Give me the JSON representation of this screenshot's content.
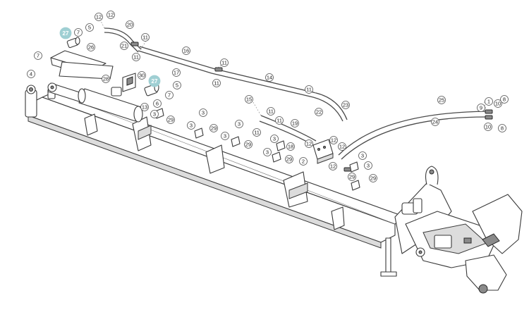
{
  "diagram": {
    "highlight_color": "#9fcfd3",
    "callouts": [
      {
        "id": "c1",
        "label": "12"
      },
      {
        "id": "c2",
        "label": "12"
      },
      {
        "id": "c3",
        "label": "20"
      },
      {
        "id": "c4",
        "label": "27",
        "highlight": true
      },
      {
        "id": "c5",
        "label": "7"
      },
      {
        "id": "c6",
        "label": "5"
      },
      {
        "id": "c7",
        "label": "26"
      },
      {
        "id": "c8",
        "label": "7"
      },
      {
        "id": "c9",
        "label": "4"
      },
      {
        "id": "c10",
        "label": "21"
      },
      {
        "id": "c11",
        "label": "11"
      },
      {
        "id": "c12",
        "label": "11"
      },
      {
        "id": "c13",
        "label": "16"
      },
      {
        "id": "c14",
        "label": "28"
      },
      {
        "id": "c15",
        "label": "30"
      },
      {
        "id": "c16",
        "label": "17"
      },
      {
        "id": "c17",
        "label": "27",
        "highlight": true
      },
      {
        "id": "c18",
        "label": "5"
      },
      {
        "id": "c19",
        "label": "7"
      },
      {
        "id": "c20",
        "label": "6"
      },
      {
        "id": "c21",
        "label": "13"
      },
      {
        "id": "c22",
        "label": "3"
      },
      {
        "id": "c23",
        "label": "29"
      },
      {
        "id": "c24",
        "label": "11"
      },
      {
        "id": "c25",
        "label": "11"
      },
      {
        "id": "c26",
        "label": "14"
      },
      {
        "id": "c27",
        "label": "11"
      },
      {
        "id": "c28",
        "label": "15"
      },
      {
        "id": "c29",
        "label": "11"
      },
      {
        "id": "c30",
        "label": "22"
      },
      {
        "id": "c31",
        "label": "23"
      },
      {
        "id": "c32",
        "label": "25"
      },
      {
        "id": "c33",
        "label": "1"
      },
      {
        "id": "c34",
        "label": "8"
      },
      {
        "id": "c35",
        "label": "9"
      },
      {
        "id": "c36",
        "label": "10"
      },
      {
        "id": "c37",
        "label": "24"
      },
      {
        "id": "c38",
        "label": "10"
      },
      {
        "id": "c39",
        "label": "8"
      },
      {
        "id": "c40",
        "label": "3"
      },
      {
        "id": "c41",
        "label": "3"
      },
      {
        "id": "c42",
        "label": "29"
      },
      {
        "id": "c43",
        "label": "3"
      },
      {
        "id": "c44",
        "label": "3"
      },
      {
        "id": "c45",
        "label": "29"
      },
      {
        "id": "c46",
        "label": "11"
      },
      {
        "id": "c47",
        "label": "11"
      },
      {
        "id": "c48",
        "label": "19"
      },
      {
        "id": "c49",
        "label": "3"
      },
      {
        "id": "c50",
        "label": "18"
      },
      {
        "id": "c51",
        "label": "3"
      },
      {
        "id": "c52",
        "label": "29"
      },
      {
        "id": "c53",
        "label": "12"
      },
      {
        "id": "c54",
        "label": "12"
      },
      {
        "id": "c55",
        "label": "12"
      },
      {
        "id": "c56",
        "label": "2"
      },
      {
        "id": "c57",
        "label": "12"
      },
      {
        "id": "c58",
        "label": "3"
      },
      {
        "id": "c59",
        "label": "3"
      },
      {
        "id": "c60",
        "label": "29"
      },
      {
        "id": "c61",
        "label": "29"
      }
    ]
  }
}
